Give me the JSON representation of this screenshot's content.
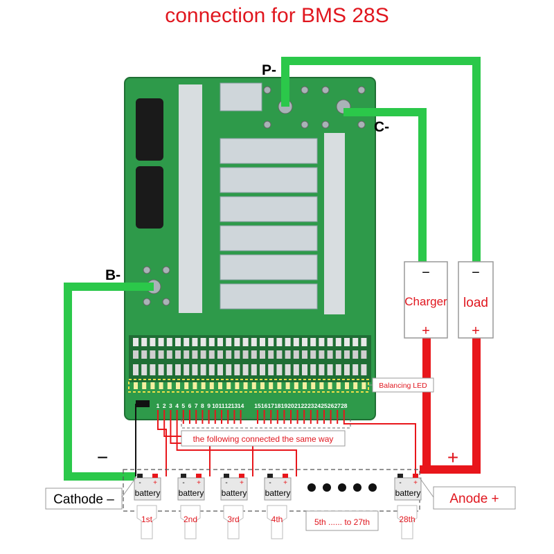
{
  "title": "connection for BMS 28S",
  "terminals": {
    "p_minus": "P-",
    "c_minus": "C-",
    "b_minus": "B-"
  },
  "devices": {
    "charger": {
      "label": "Charger",
      "neg": "−",
      "pos": "+"
    },
    "load": {
      "label": "load",
      "neg": "−",
      "pos": "+"
    }
  },
  "board": {
    "balancing_led": "Balancing LED",
    "pins": [
      "1",
      "2",
      "3",
      "4",
      "5",
      "6",
      "7",
      "8",
      "9",
      "10",
      "11",
      "12",
      "13",
      "14",
      "15",
      "16",
      "17",
      "18",
      "19",
      "20",
      "21",
      "22",
      "23",
      "24",
      "25",
      "26",
      "27",
      "28"
    ],
    "note": "the following connected the same way"
  },
  "polarity": {
    "minus": "−",
    "plus": "+"
  },
  "cathode": "Cathode –",
  "anode": "Anode +",
  "batteries": [
    {
      "label": "battery",
      "order": "1st",
      "neg": "-",
      "pos": "+"
    },
    {
      "label": "battery",
      "order": "2nd",
      "neg": "-",
      "pos": "+"
    },
    {
      "label": "battery",
      "order": "3rd",
      "neg": "-",
      "pos": "+"
    },
    {
      "label": "battery",
      "order": "4th",
      "neg": "-",
      "pos": "+"
    },
    {
      "label": "battery",
      "order": "28th",
      "neg": "-",
      "pos": "+"
    }
  ],
  "range_label": "5th ...... to 27th",
  "colors": {
    "green_wire": "#2bc84a",
    "red_wire": "#e8161b",
    "title": "#e0161e",
    "pcb": "#2e9a4a"
  }
}
